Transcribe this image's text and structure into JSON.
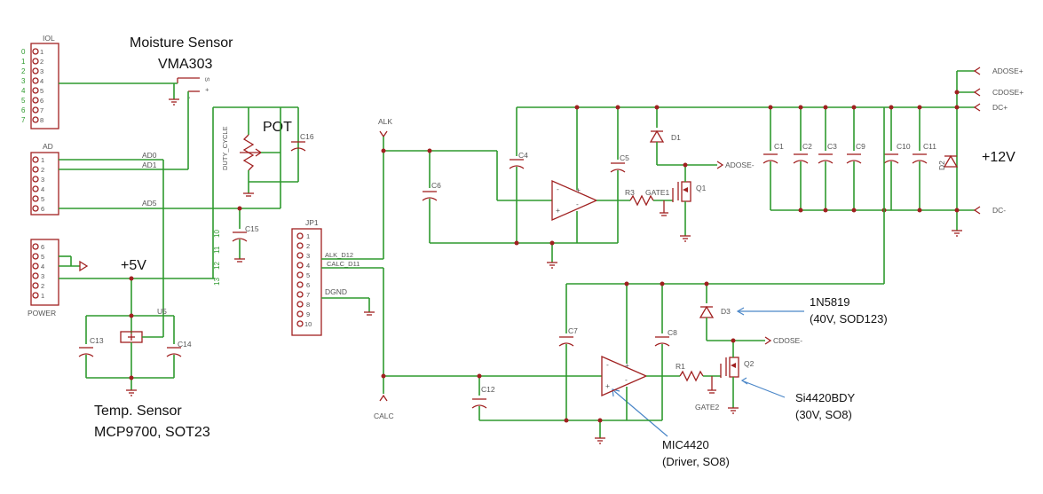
{
  "annotations": {
    "moisture_line1": "Moisture Sensor",
    "moisture_line2": "VMA303",
    "pot": "POT",
    "plus5v": "+5V",
    "plus12v": "+12V",
    "temp_line1": "Temp. Sensor",
    "temp_line2": "MCP9700, SOT23",
    "d3_line1": "1N5819",
    "d3_line2": "(40V, SOD123)",
    "q2_line1": "Si4420BDY",
    "q2_line2": "(30V, SO8)",
    "u_line1": "MIC4420",
    "u_line2": "(Driver, SO8)"
  },
  "connectors": {
    "iol": {
      "name": "IOL",
      "pins": [
        "1",
        "2",
        "3",
        "4",
        "5",
        "6",
        "7",
        "8"
      ],
      "side_labels": [
        "0",
        "1",
        "2",
        "3",
        "4",
        "5",
        "6",
        "7"
      ]
    },
    "ad": {
      "name": "AD",
      "pins": [
        "1",
        "2",
        "3",
        "4",
        "5",
        "6"
      ]
    },
    "power": {
      "name": "POWER",
      "pins": [
        "6",
        "5",
        "4",
        "3",
        "2",
        "1"
      ]
    },
    "jp1": {
      "name": "JP1",
      "pins": [
        "1",
        "2",
        "3",
        "4",
        "5",
        "6",
        "7",
        "8",
        "9",
        "10"
      ]
    },
    "moisture_pins": [
      "S",
      "+",
      "-"
    ]
  },
  "nets": {
    "ad0": "AD0",
    "ad1": "AD1",
    "ad5": "AD5",
    "u5": "U5",
    "duty": "DUTY_CYCLE",
    "duty_pins": [
      "10",
      "11",
      "12",
      "13"
    ],
    "alk": "ALK",
    "calc": "CALC",
    "alk_d12": "ALK_D12",
    "calc_d11": "CALC_D11",
    "dgnd": "DGND",
    "gate1": "GATE1",
    "gate2": "GATE2",
    "adose_minus": "ADOSE-",
    "cdose_minus": "CDOSE-",
    "adose_plus": "ADOSE+",
    "cdose_plus": "CDOSE+",
    "dc_plus": "DC+",
    "dc_minus": "DC-"
  },
  "parts": {
    "c16": "C16",
    "c15": "C15",
    "c13": "C13",
    "c14": "C14",
    "c4": "C4",
    "c5": "C5",
    "c6": "C6",
    "c7": "C7",
    "c8": "C8",
    "c12": "C12",
    "c1": "C1",
    "c2": "C2",
    "c3": "C3",
    "c9": "C9",
    "c10": "C10",
    "c11": "C11",
    "d1": "D1",
    "d2": "D2",
    "d3": "D3",
    "q1": "Q1",
    "q2": "Q2",
    "r3": "R3",
    "r1": "R1"
  },
  "colors": {
    "wire": "#2e9a2e",
    "part": "#a02020",
    "arrow": "#4a86c8"
  }
}
